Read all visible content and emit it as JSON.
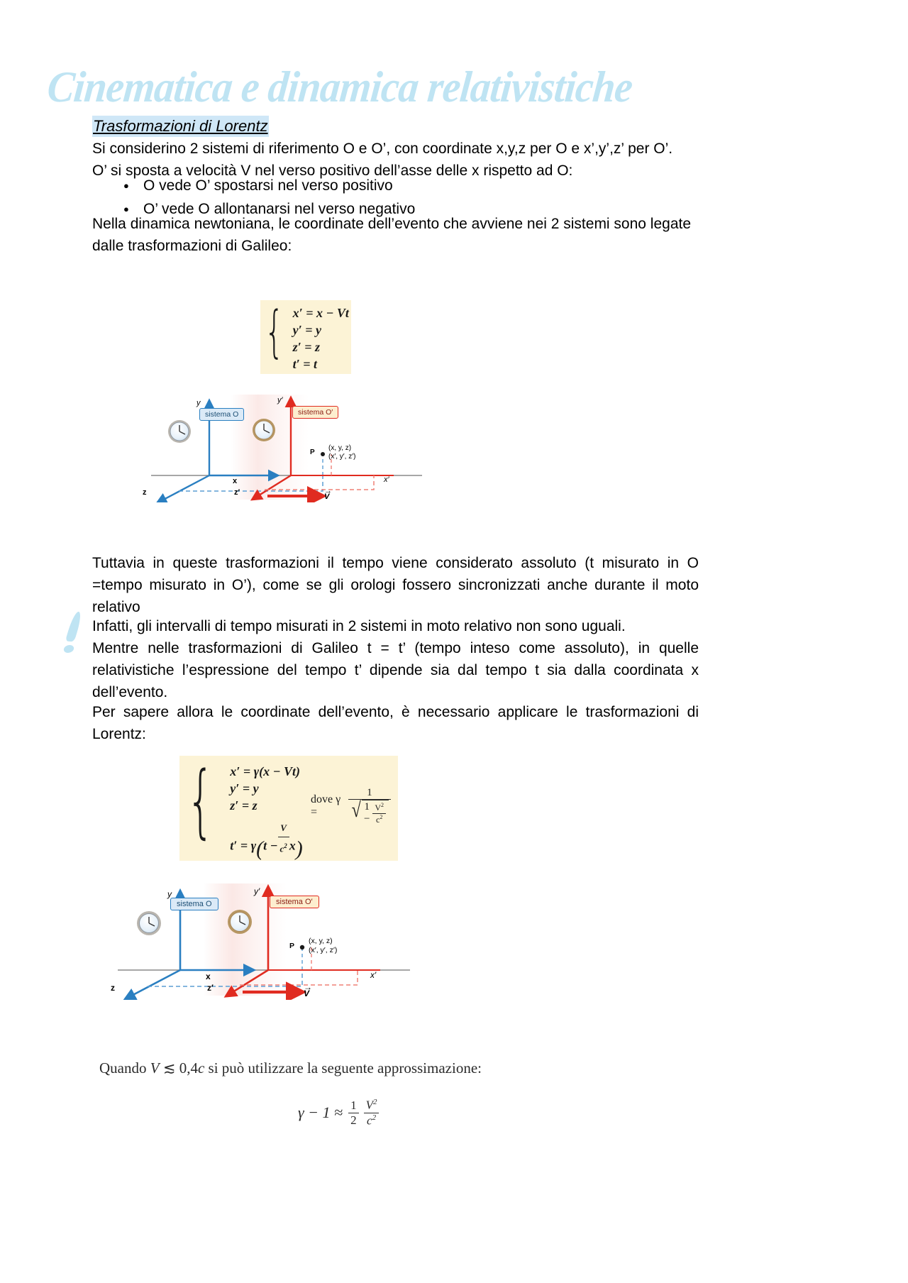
{
  "document": {
    "title": "Cinematica e dinamica relativistiche",
    "heading": "Trasformazioni di Lorentz",
    "paragraphs": {
      "p1": "Si considerino 2 sistemi di riferimento O e O’, con coordinate x,y,z per O e x’,y’,z’ per O’.",
      "p2": "O’ si sposta a velocità V nel verso positivo dell’asse delle x rispetto ad O:",
      "p3": "Nella dinamica newtoniana, le coordinate dell’evento che avviene nei 2 sistemi sono legate dalle trasformazioni di Galileo:",
      "p4": "Tuttavia in queste trasformazioni il tempo viene considerato assoluto (t misurato in O =tempo misurato in O’), come se gli orologi fossero sincronizzati anche durante il moto relativo",
      "p5": "Infatti, gli intervalli di tempo misurati in 2 sistemi in moto relativo non sono uguali.",
      "p6": "Mentre nelle trasformazioni di Galileo t = t’ (tempo inteso come assoluto), in quelle relativistiche l’espressione del tempo t’ dipende sia dal tempo t sia dalla coordinata x dell’evento.",
      "p7": "Per sapere allora le coordinate dell’evento, è necessario applicare le trasformazioni di Lorentz:"
    },
    "bullets": [
      "O vede O’ spostarsi nel verso positivo",
      "O’ vede O allontanarsi nel verso negativo"
    ],
    "margin_mark": "!"
  },
  "galileo_box": {
    "eq1_lhs": "x′",
    "eq1_rhs": "= x − Vt",
    "eq2_lhs": "y′",
    "eq2_rhs": "= y",
    "eq3_lhs": "z′",
    "eq3_rhs": "= z",
    "eq4_lhs": "t′",
    "eq4_rhs": "= t",
    "background": "#fcf3d6"
  },
  "lorentz_box": {
    "eq1": "x′ = γ(x − Vt)",
    "eq2": "y′ = y",
    "eq3": "z′ = z",
    "eq4_lhs": "t′ = γ",
    "eq4_inner_lhs": "t −",
    "eq4_frac_num": "V",
    "eq4_frac_den": "c",
    "eq4_den_exp": "2",
    "eq4_tail": "x",
    "dove_label": "dove γ =",
    "gamma_num": "1",
    "gamma_den_lead": "1 −",
    "gamma_den_num": "V",
    "gamma_den_num_exp": "2",
    "gamma_den_den": "c",
    "gamma_den_den_exp": "2",
    "background": "#fcf3d6"
  },
  "approximation": {
    "sentence_pre": "Quando",
    "sentence_var": "V",
    "sentence_rel": "≲",
    "sentence_val": "0,4",
    "sentence_unit": "c",
    "sentence_post": "si può utilizzare la seguente approssimazione:",
    "formula_lhs": "γ − 1 ≈",
    "formula_frac1_num": "1",
    "formula_frac1_den": "2",
    "formula_frac2_num": "V",
    "formula_frac2_num_exp": "2",
    "formula_frac2_den": "c",
    "formula_frac2_den_exp": "2"
  },
  "diagram": {
    "label_y": "y",
    "label_yp": "y′",
    "label_x": "x",
    "label_xp": "x′",
    "label_z": "z",
    "label_zp": "z′",
    "box_o": "sistema O",
    "box_op": "sistema O′",
    "point_label": "P",
    "coords_unprimed": "(x, y, z)",
    "coords_primed": "(x′, y′, z′)",
    "velocity_label": "V",
    "colors": {
      "blue": "#2a7fc1",
      "red": "#e02b20",
      "box_o_fill": "#dbeaf7",
      "box_op_fill": "#fdeecf",
      "axis_gray": "#8a8a8a"
    }
  }
}
